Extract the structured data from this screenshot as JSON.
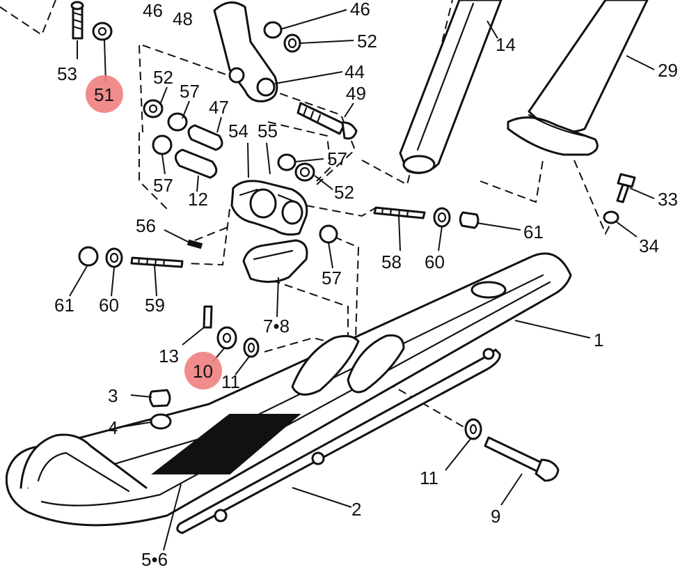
{
  "highlight_color": "#f08080",
  "labels": {
    "l53": "53",
    "l51": "51",
    "l46a": "46",
    "l48": "48",
    "l46b": "46",
    "l52a": "52",
    "l14": "14",
    "l29": "29",
    "l44": "44",
    "l52b": "52",
    "l57a": "57",
    "l47": "47",
    "l49": "49",
    "l54": "54",
    "l55": "55",
    "l57b": "57",
    "l57c": "57",
    "l12": "12",
    "l52c": "52",
    "l33": "33",
    "l56": "56",
    "l58": "58",
    "l60a": "60",
    "l61a": "61",
    "l34": "34",
    "l61b": "61",
    "l60b": "60",
    "l59": "59",
    "l57d": "57",
    "l78": "7•8",
    "l1": "1",
    "l13": "13",
    "l10": "10",
    "l11a": "11",
    "l3": "3",
    "l4": "4",
    "l11b": "11",
    "l9": "9",
    "l2": "2",
    "l56b": "5•6"
  }
}
